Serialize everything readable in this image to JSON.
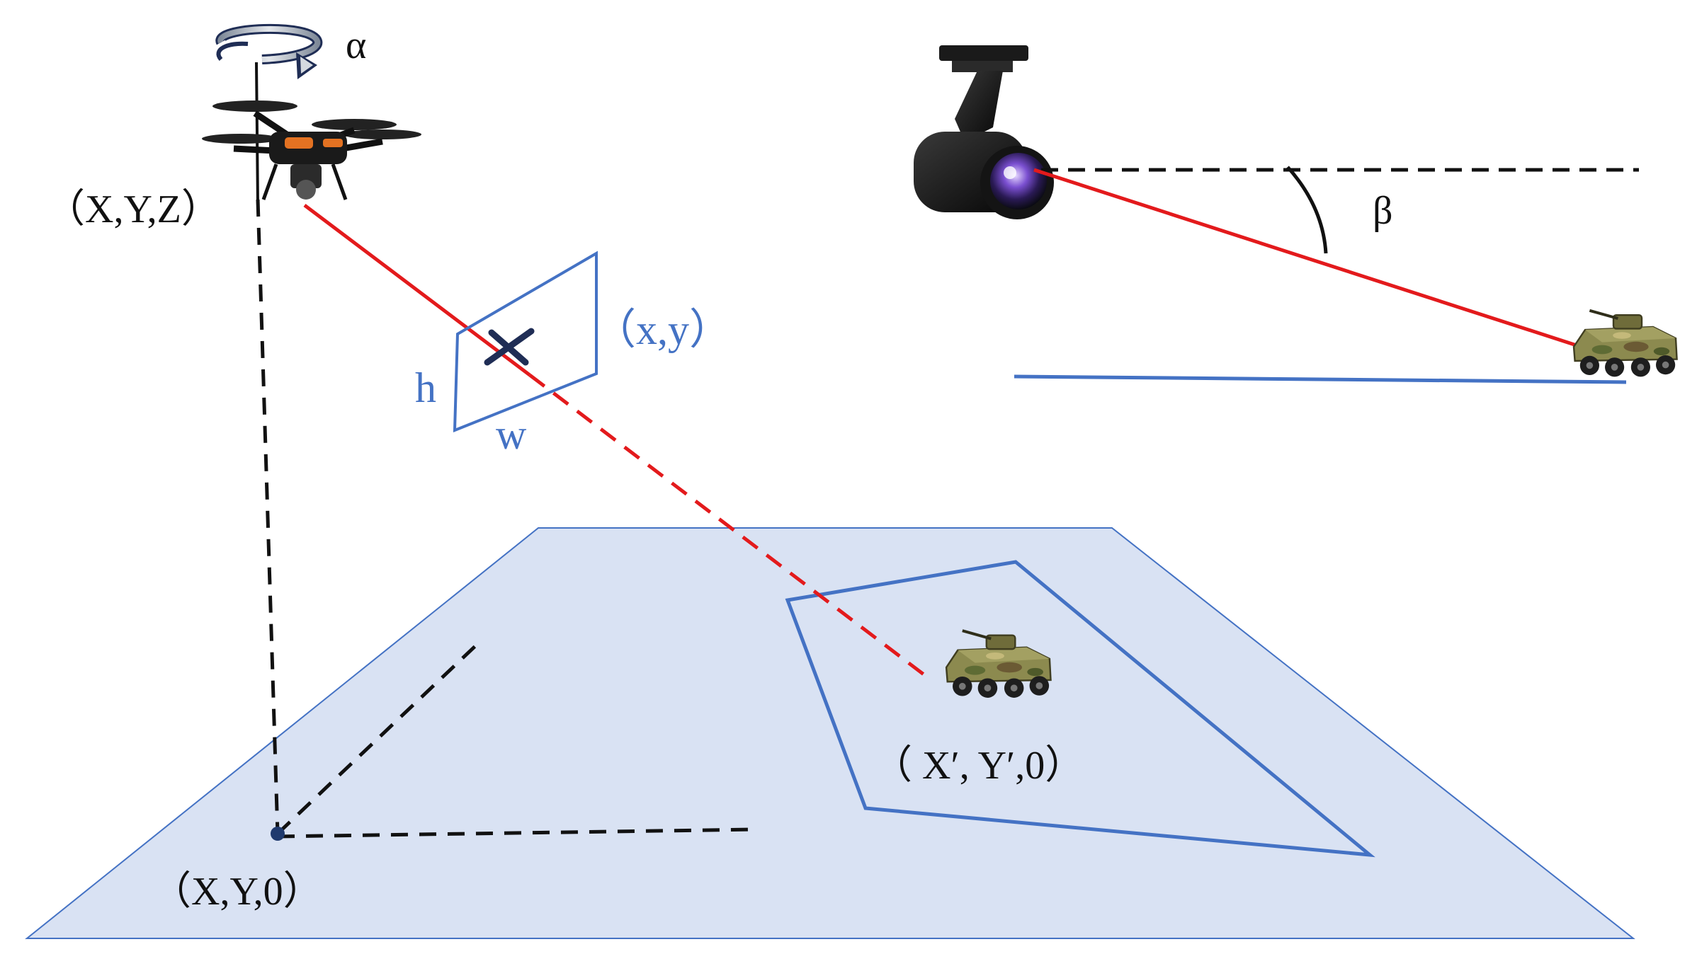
{
  "labels": {
    "alpha": "α",
    "beta": "β",
    "drone_position": "（X,Y,Z）",
    "ground_point": "（X,Y,0）",
    "image_point": "（x,y）",
    "image_height": "h",
    "image_width": "w",
    "target_position": "（ X′, Y′,0）"
  },
  "icons": {
    "drone": "quadcopter-drone-icon",
    "gimbal_camera": "gimbal-camera-icon",
    "target_vehicle": "armored-vehicle-icon",
    "rotation_arrow": "rotation-arrow-icon"
  },
  "colors": {
    "ground_plane_fill": "#d9e2f3",
    "ground_plane_stroke": "#4472c4",
    "sight_line": "#e31a1c",
    "guide_dashes": "#111111",
    "image_plane": "#4472c4",
    "crosshair": "#1f2d55"
  }
}
